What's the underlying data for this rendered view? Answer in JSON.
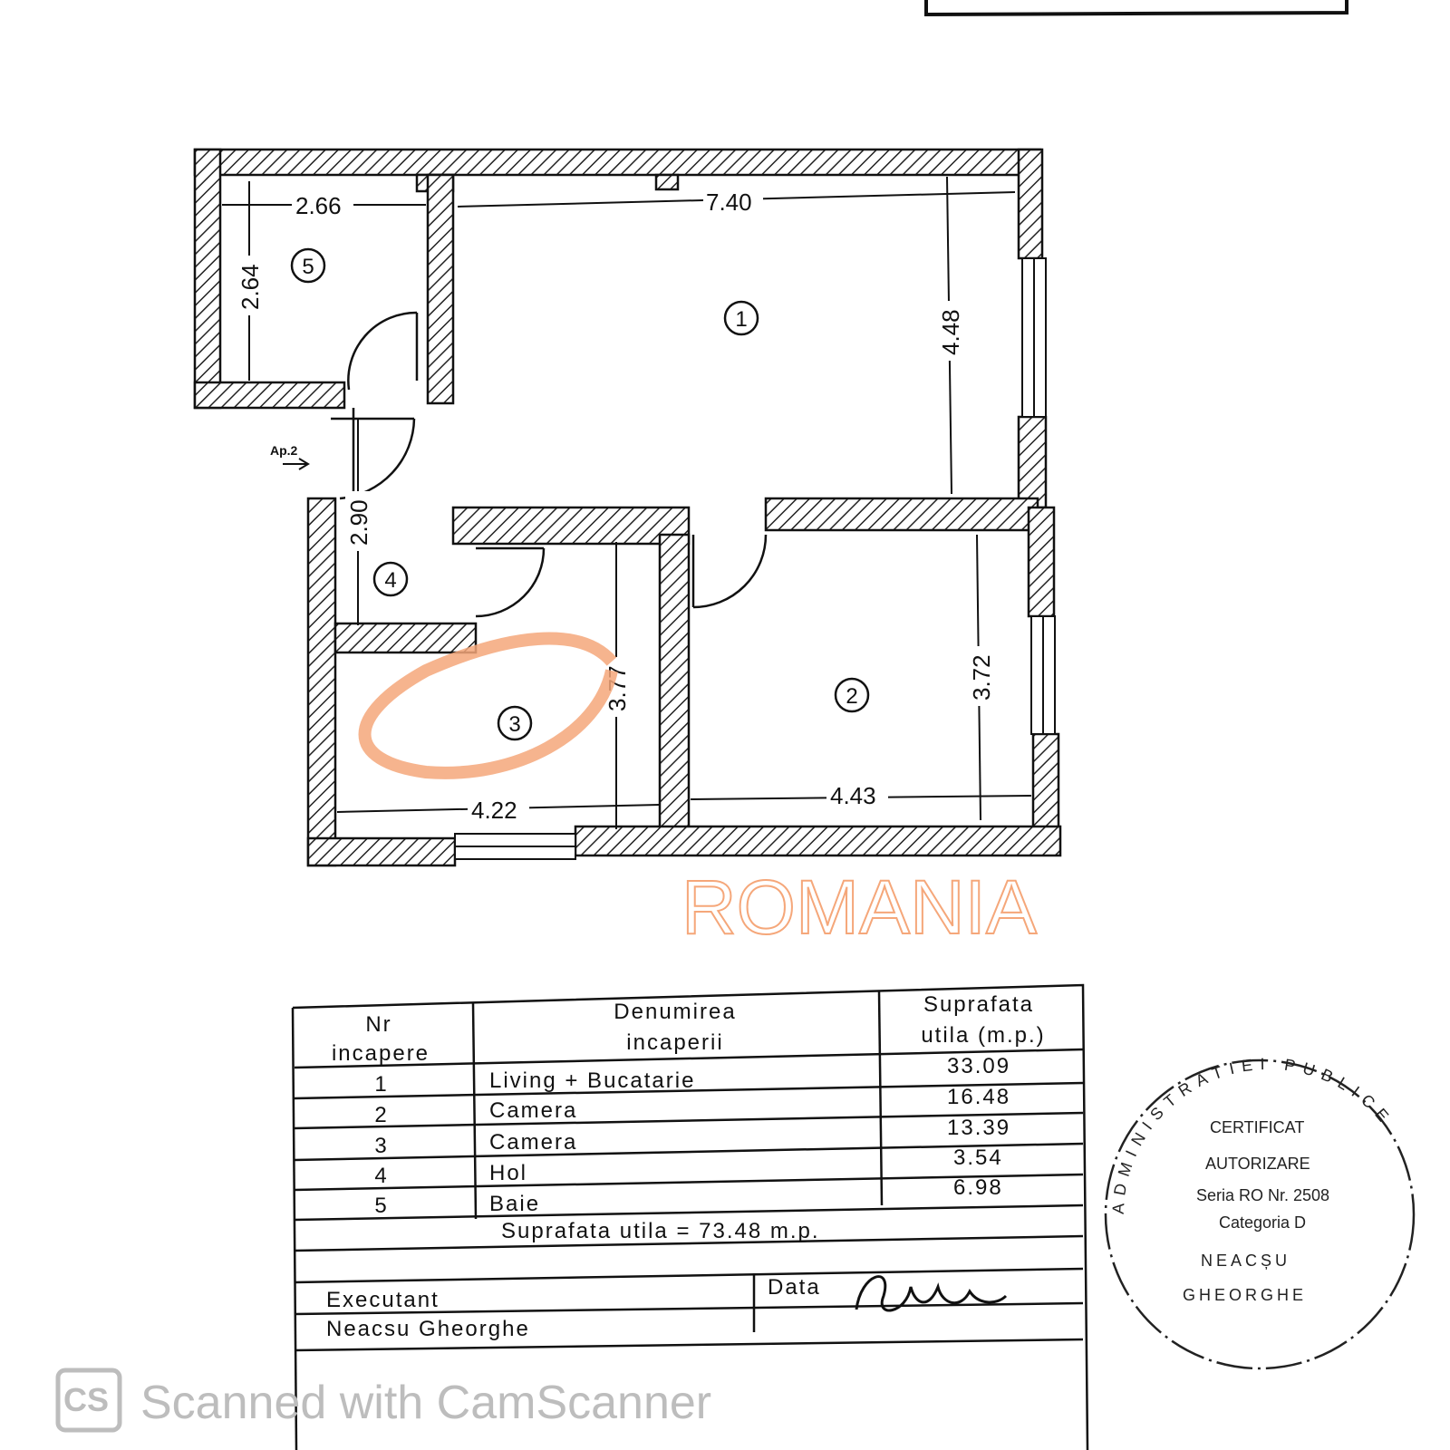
{
  "plan": {
    "rooms": [
      "1",
      "2",
      "3",
      "4",
      "5"
    ],
    "dimensions": {
      "room5_width": "2.66",
      "room5_height": "2.64",
      "room1_width": "7.40",
      "room1_height": "4.48",
      "room4_height": "2.90",
      "room3_height": "3.77",
      "room3_width": "4.22",
      "room2_height": "3.72",
      "room2_width": "4.43"
    },
    "entrance_label": "Ap.2",
    "watermark": "ROMANIA",
    "watermark_color": "#f5a77a"
  },
  "table": {
    "headers": {
      "nr": [
        "Nr",
        "incapere"
      ],
      "name": [
        "Denumirea",
        "incaperii"
      ],
      "area": [
        "Suprafata",
        "utila (m.p.)"
      ]
    },
    "rows": [
      {
        "nr": "1",
        "name": "Living + Bucatarie",
        "area": "33.09"
      },
      {
        "nr": "2",
        "name": "Camera",
        "area": "16.48"
      },
      {
        "nr": "3",
        "name": "Camera",
        "area": "13.39"
      },
      {
        "nr": "4",
        "name": "Hol",
        "area": "3.54"
      },
      {
        "nr": "5",
        "name": "Baie",
        "area": "6.98"
      }
    ],
    "total": "Suprafata utila = 73.48 m.p.",
    "executant_label": "Executant",
    "executant_name": "Neacsu Gheorghe",
    "date_label": "Data"
  },
  "stamp": {
    "ring": "ADMINISTRATIEI PUBLICE",
    "lines": [
      "CERTIFICAT",
      "AUTORIZARE",
      "Seria RO Nr. 2508",
      "Categoria D",
      "NEACȘU",
      "GHEORGHE"
    ]
  },
  "scanner": {
    "logo": "CS",
    "text": "Scanned with CamScanner"
  }
}
